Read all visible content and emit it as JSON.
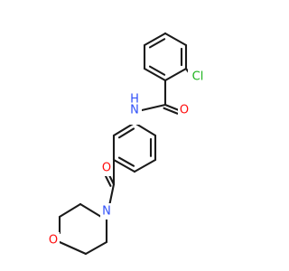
{
  "colors": {
    "bond": "#1a1a1a",
    "carbon": "#1a1a1a",
    "oxygen": "#ff0d0d",
    "nitrogen": "#3050f8",
    "chlorine": "#1db31d",
    "background": "#ffffff"
  },
  "atoms": {
    "cl": {
      "text": "Cl",
      "element": "chlorine"
    },
    "o_amide": {
      "text": "O",
      "element": "oxygen"
    },
    "nh": {
      "text": "N",
      "sub": "H",
      "element": "nitrogen"
    },
    "o_ketone": {
      "text": "O",
      "element": "oxygen"
    },
    "n_morph": {
      "text": "N",
      "element": "nitrogen"
    },
    "o_morph": {
      "text": "O",
      "element": "oxygen"
    }
  }
}
